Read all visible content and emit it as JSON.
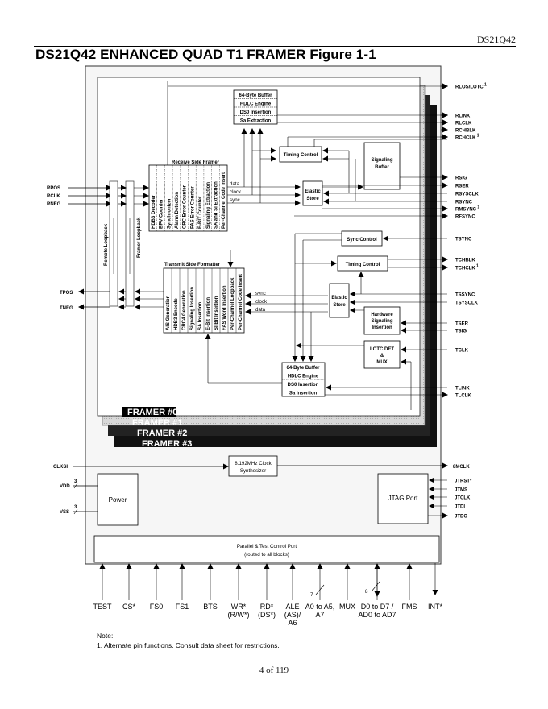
{
  "header": {
    "doc_id": "DS21Q42",
    "title": "DS21Q42 ENHANCED QUAD T1 FRAMER Figure 1-1"
  },
  "receive": {
    "inputs": [
      "RPOS",
      "RCLK",
      "RNEG"
    ],
    "framer_title": "Receive Side Framer",
    "framer_cols": [
      "HDB3 Decoder",
      "BPV Counter",
      "Synchronizer",
      "Alarm Detection",
      "CRC Error Counter",
      "FAS Error Counter",
      "E-BIT Counter",
      "Signaling Extraction",
      "SA and SI Extraction",
      "Per-Channel Code Insert"
    ],
    "bus_labels": [
      "data",
      "clock",
      "sync"
    ],
    "hdlc_rows": [
      "64-Byte Buffer",
      "HDLC Engine",
      "DS0 Insertion",
      "Sa Extraction"
    ],
    "timing_control": "Timing Control",
    "elastic_store": [
      "Elastic",
      "Store"
    ],
    "signaling_buffer": [
      "Signaling",
      "Buffer"
    ],
    "outputs_top": [
      {
        "name": "RLOS/LOTC",
        "sup": "1"
      },
      {
        "name": "RLINK",
        "sup": ""
      },
      {
        "name": "RLCLK",
        "sup": ""
      },
      {
        "name": "RCHBLK",
        "sup": ""
      },
      {
        "name": "RCHCLK",
        "sup": "1"
      }
    ],
    "outputs_bottom": [
      {
        "name": "RSIG",
        "sup": ""
      },
      {
        "name": "RSER",
        "sup": ""
      },
      {
        "name": "RSYSCLK",
        "sup": ""
      },
      {
        "name": "RSYNC",
        "sup": ""
      },
      {
        "name": "RMSYNC",
        "sup": "1"
      },
      {
        "name": "RFSYNC",
        "sup": ""
      }
    ]
  },
  "loopbacks": {
    "remote": "Remote Loopback",
    "framer": "Framer Loopback"
  },
  "transmit": {
    "outputs": [
      "TPOS",
      "TNEG"
    ],
    "formatter_title": "Transmit Side Formatter",
    "formatter_cols": [
      "AIS Generation",
      "HDB3 Encode",
      "CRC4 Generation",
      "Signaling Insertion",
      "SA Insertion",
      "E-Bit Insertion",
      "SI Bit Insertion",
      "FAS Word Insertion",
      "Per-Channel Loopback",
      "Per-Channel Code Insert"
    ],
    "bus_labels": [
      "sync",
      "clock",
      "data"
    ],
    "sync_control": "Sync Control",
    "timing_control": "Timing Control",
    "elastic_store": [
      "Elastic",
      "Store"
    ],
    "hw_signaling": [
      "Hardware",
      "Signaling",
      "Insertion"
    ],
    "lotc": [
      "LOTC DET",
      "&",
      "MUX"
    ],
    "hdlc_rows": [
      "64-Byte Buffer",
      "HDLC Engine",
      "DS0 Insertion",
      "Sa Insertion"
    ],
    "pins": [
      {
        "name": "TSYNC",
        "sup": ""
      },
      {
        "name": "TCHBLK",
        "sup": ""
      },
      {
        "name": "TCHCLK",
        "sup": "1"
      },
      {
        "name": "TSSYNC",
        "sup": ""
      },
      {
        "name": "TSYSCLK",
        "sup": ""
      },
      {
        "name": "TSER",
        "sup": ""
      },
      {
        "name": "TSIG",
        "sup": ""
      },
      {
        "name": "TCLK",
        "sup": ""
      },
      {
        "name": "TLINK",
        "sup": ""
      },
      {
        "name": "TLCLK",
        "sup": ""
      }
    ]
  },
  "framers": [
    "FRAMER #0",
    "FRAMER #1",
    "FRAMER #2",
    "FRAMER #3"
  ],
  "common": {
    "clk_in": "CLKSI",
    "clock_synth": [
      "8.192MHz Clock",
      "Synthesizer"
    ],
    "clk_out": "8MCLK",
    "power_block": "Power",
    "vdd": "VDD",
    "vss": "VSS",
    "bus_width_power": "3",
    "jtag_block": "JTAG Port",
    "jtag_pins": [
      "JTRST*",
      "JTMS",
      "JTCLK",
      "JTDI",
      "JTDO"
    ],
    "port_block": [
      "Parallel & Test Control Port",
      "(routed to all blocks)"
    ],
    "bus_width_addr": "7",
    "bus_width_data": "8"
  },
  "bottom_pins": [
    [
      "TEST"
    ],
    [
      "CS*"
    ],
    [
      "FS0"
    ],
    [
      "FS1"
    ],
    [
      "BTS"
    ],
    [
      "WR*",
      "(R/W*)"
    ],
    [
      "RD*",
      "(DS*)"
    ],
    [
      "ALE",
      "(AS)/",
      "A6"
    ],
    [
      "A0 to A5,",
      "A7"
    ],
    [
      "MUX"
    ],
    [
      "D0 to D7 /",
      "AD0 to AD7"
    ],
    [
      "FMS"
    ],
    [
      "INT*"
    ]
  ],
  "note": {
    "heading": "Note:",
    "line1": "1. Alternate pin functions. Consult data sheet for restrictions."
  },
  "footer": {
    "page": "4 of 119"
  }
}
